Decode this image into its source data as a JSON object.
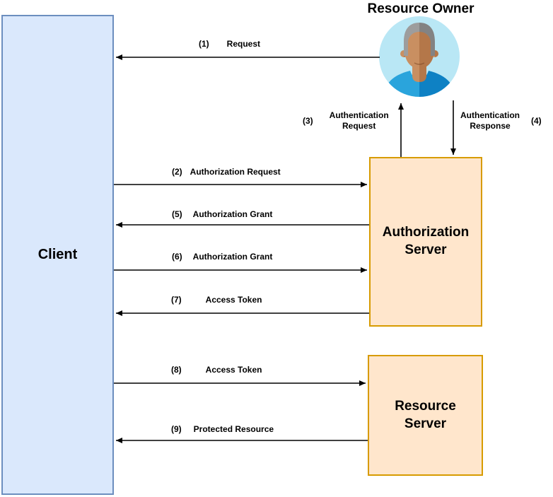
{
  "nodes": {
    "client": {
      "label": "Client"
    },
    "resource_owner": {
      "label": "Resource Owner"
    },
    "auth_server": {
      "label": "Authorization Server"
    },
    "resource_server": {
      "label": "Resource Server"
    }
  },
  "flows": [
    {
      "num": "(1)",
      "label": "Request",
      "from": "resource_owner",
      "to": "client"
    },
    {
      "num": "(2)",
      "label": "Authorization Request",
      "from": "client",
      "to": "auth_server"
    },
    {
      "num": "(3)",
      "label": "Authentication Request",
      "from": "auth_server",
      "to": "resource_owner"
    },
    {
      "num": "(4)",
      "label": "Authentication Response",
      "from": "resource_owner",
      "to": "auth_server"
    },
    {
      "num": "(5)",
      "label": "Authorization Grant",
      "from": "auth_server",
      "to": "client"
    },
    {
      "num": "(6)",
      "label": "Authorization Grant",
      "from": "client",
      "to": "auth_server"
    },
    {
      "num": "(7)",
      "label": "Access Token",
      "from": "auth_server",
      "to": "client"
    },
    {
      "num": "(8)",
      "label": "Access Token",
      "from": "client",
      "to": "resource_server"
    },
    {
      "num": "(9)",
      "label": "Protected Resource",
      "from": "resource_server",
      "to": "client"
    }
  ],
  "colors": {
    "client_fill": "#dae8fc",
    "client_border": "#6c8ebf",
    "server_fill": "#ffe6cc",
    "server_border": "#d79b00",
    "arrow": "#000000",
    "text": "#000000",
    "avatar_background": "#b9e7f5",
    "avatar_hair": "#9d9d9d",
    "avatar_skin": "#c98f61",
    "avatar_shirt": "#2aa4dc"
  }
}
